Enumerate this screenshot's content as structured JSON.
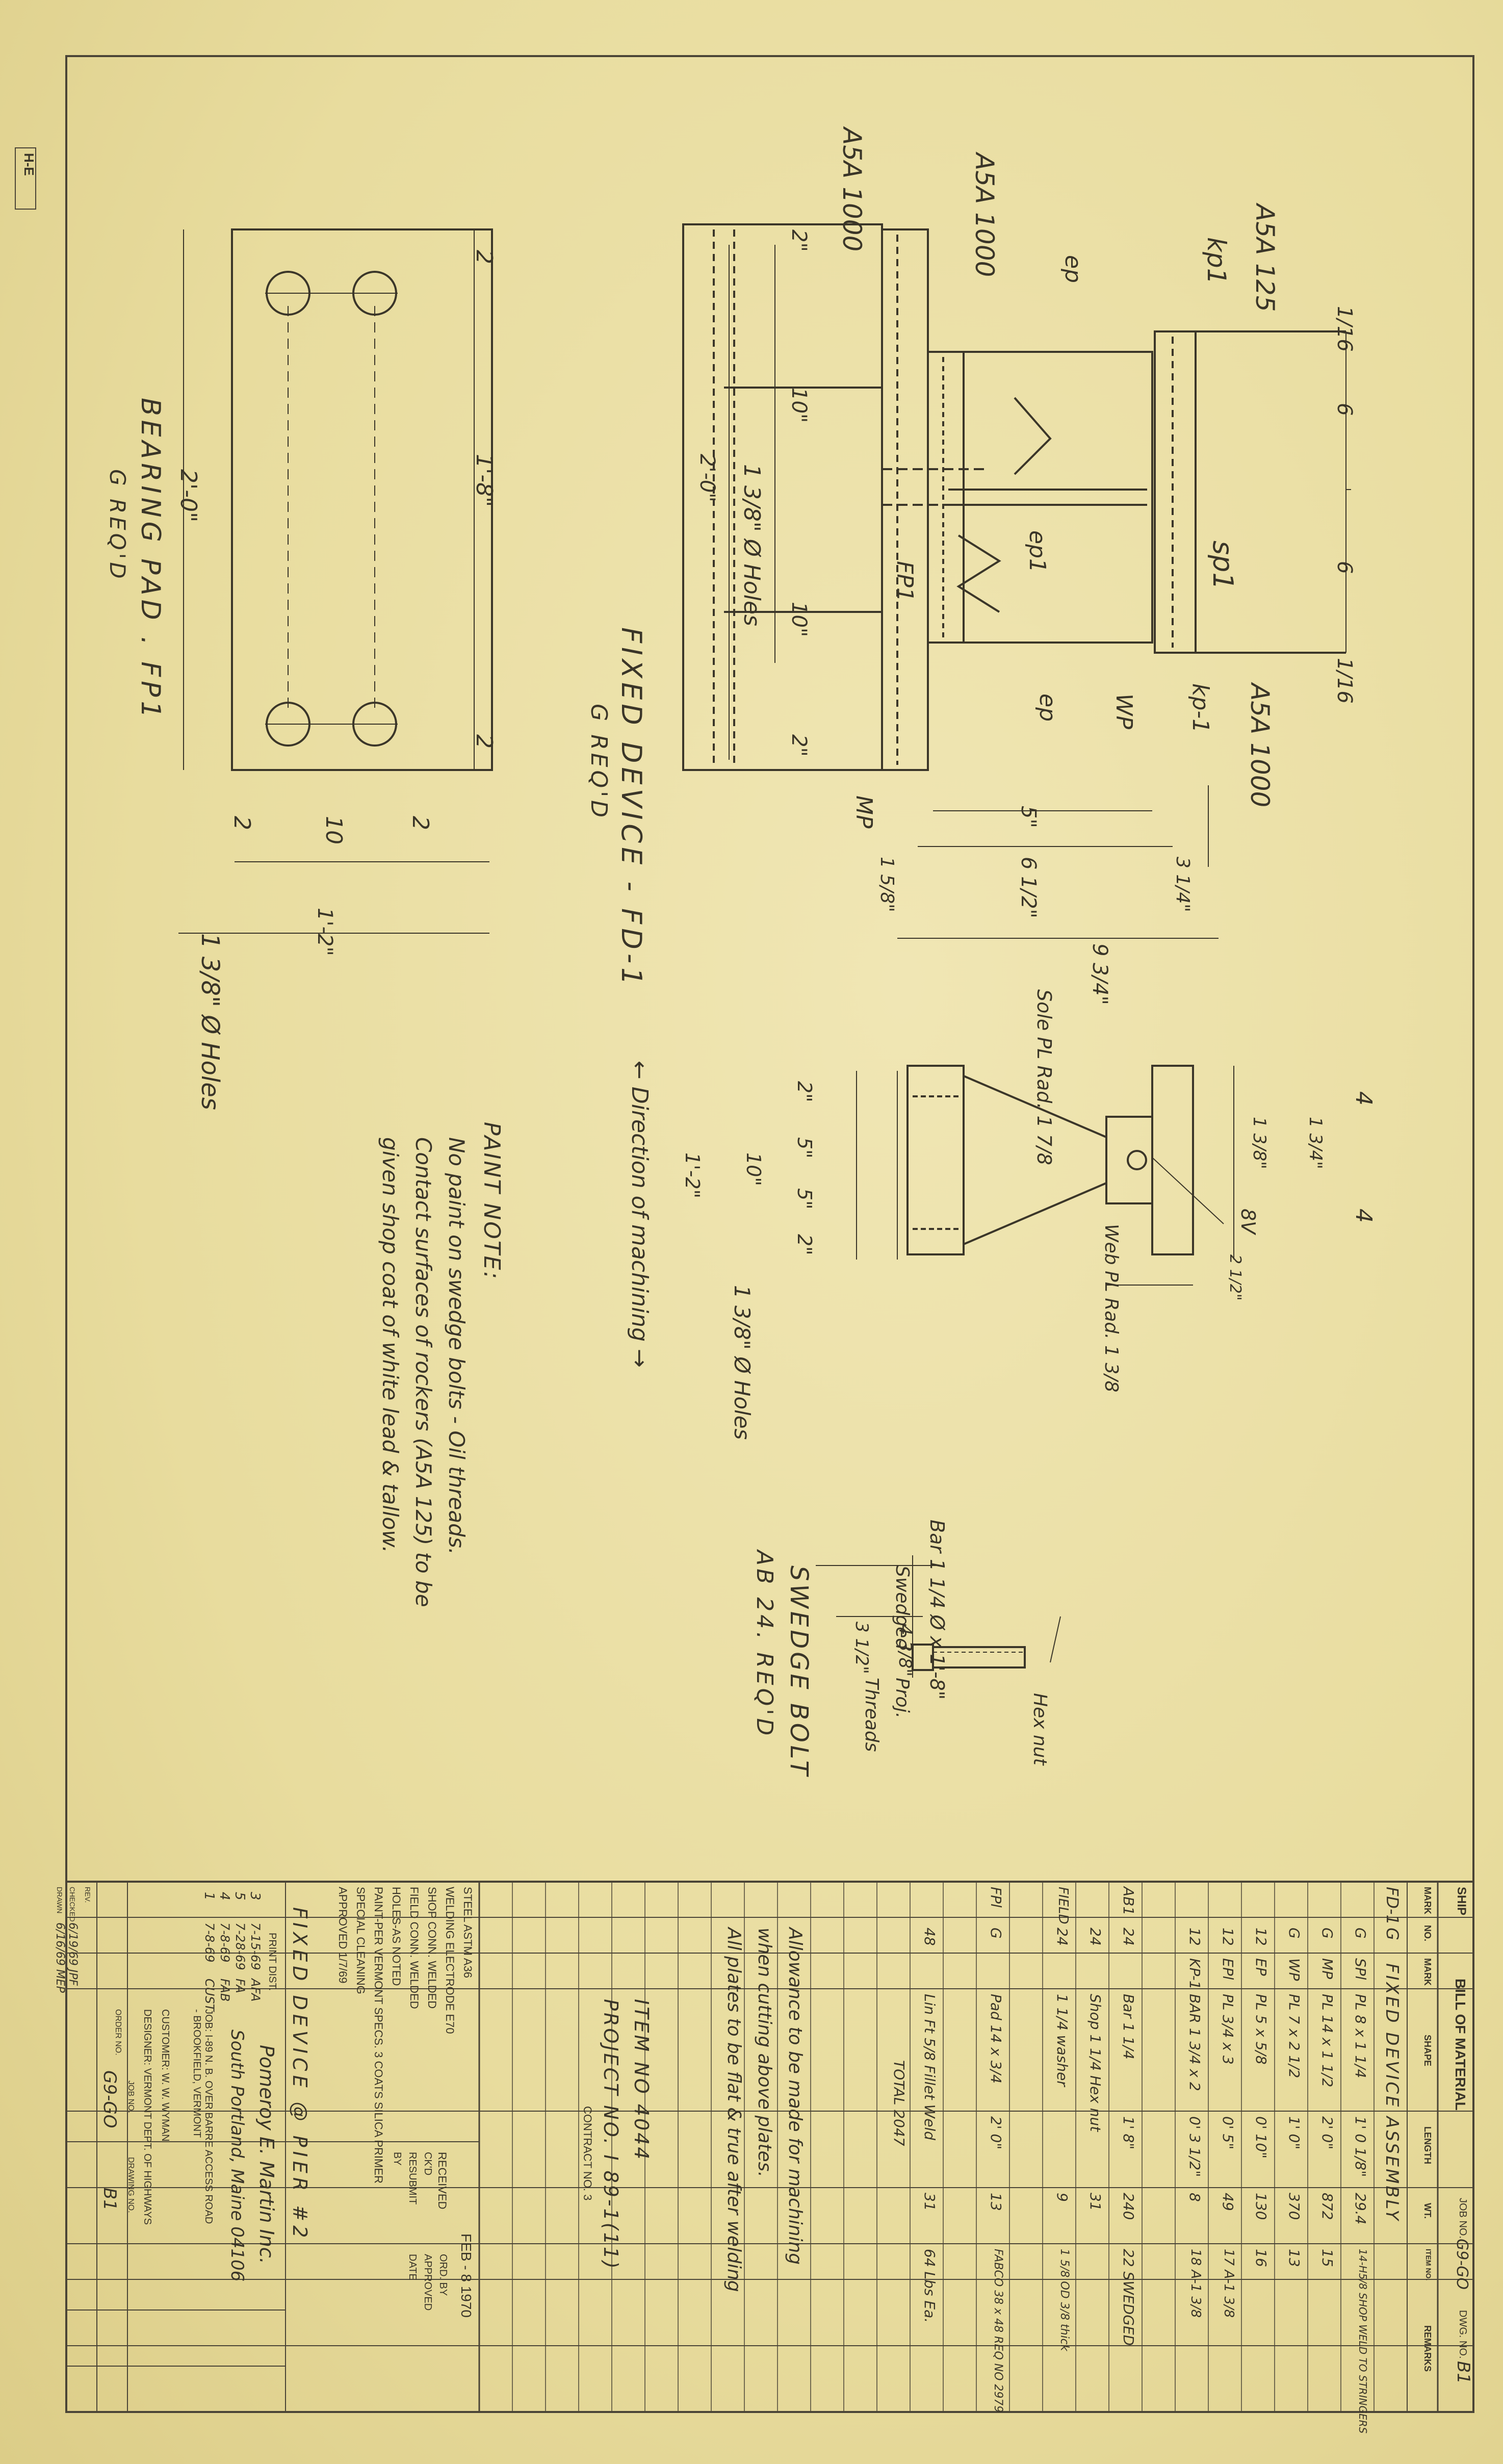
{
  "sheet": {
    "vendor_logo": "H-E",
    "drawing_title": "FIXED DEVICE @ PIER #2"
  },
  "bill_of_material": {
    "header": {
      "ship": "SHIP",
      "title": "BILL OF MATERIAL",
      "job_no_label": "JOB NO.",
      "job_no": "G9-GO",
      "dwg_no_label": "DWG. NO.",
      "dwg_no": "B1"
    },
    "columns": [
      "MARK",
      "NO.",
      "MARK",
      "SHAPE",
      "LENGTH",
      "WT.",
      "ITEM NO.",
      "REMARKS"
    ],
    "rows": [
      {
        "mark": "FD-1",
        "no": "G",
        "item": "FIXED DEVICE ASSEMBLY",
        "length": "",
        "wt": "",
        "remarks": ""
      },
      {
        "mark": "",
        "no": "G",
        "item": "SPl",
        "shape": "PL 8 x 1 1/4",
        "length": "1' 0 1/8\"",
        "wt": "29.4",
        "remarks": "14-H5/8 SHOP WELD TO STRINGERS"
      },
      {
        "mark": "",
        "no": "G",
        "item": "MP",
        "shape": "PL 14 x 1 1/2",
        "length": "2' 0\"",
        "wt": "872",
        "remarks": "15"
      },
      {
        "mark": "",
        "no": "G",
        "item": "WP",
        "shape": "PL 7 x 2 1/2",
        "length": "1' 0\"",
        "wt": "370",
        "remarks": "13"
      },
      {
        "mark": "",
        "no": "12",
        "item": "EP",
        "shape": "PL 5 x 5/8",
        "length": "0' 10\"",
        "wt": "130",
        "remarks": "16"
      },
      {
        "mark": "",
        "no": "12",
        "item": "EPl",
        "shape": "PL 3/4 x 3",
        "length": "0' 5\"",
        "wt": "49",
        "remarks": "17 A-1 3/8"
      },
      {
        "mark": "",
        "no": "12",
        "item": "KP-1",
        "shape": "BAR 1 3/4 x 2",
        "length": "0' 3 1/2\"",
        "wt": "8",
        "remarks": "18 A-1 3/8"
      },
      {
        "mark": "AB1",
        "no": "24",
        "item": "",
        "shape": "Bar 1 1/4",
        "length": "1' 8\"",
        "wt": "240",
        "remarks": "22 SWEDGED"
      },
      {
        "mark": "",
        "no": "24",
        "item": "",
        "shape": "Shop 1 1/4 Hex nut",
        "length": "",
        "wt": "31",
        "remarks": ""
      },
      {
        "mark": "FIELD",
        "no": "24",
        "item": "",
        "shape": "1 1/4 washer",
        "length": "",
        "wt": "9",
        "remarks": "1 5/8 OD 3/8 thick"
      },
      {
        "mark": "FPl",
        "no": "G",
        "item": "",
        "shape": "Pad 14 x 3/4",
        "length": "2' 0\"",
        "wt": "13",
        "remarks": "FABCO 38 x 48 REQ NO 2979"
      },
      {
        "mark": "",
        "no": "48",
        "item": "",
        "shape": "Lin Ft 5/8 Fillet Weld",
        "length": "",
        "wt": "31",
        "remarks": "64 Lbs Ea."
      },
      {
        "mark": "",
        "no": "",
        "item": "",
        "shape": "TOTAL 2047",
        "length": "",
        "wt": "",
        "remarks": ""
      }
    ],
    "notes": [
      "Allowance to be made for machining",
      "when cutting above plates.",
      "All plates to be flat & true after welding"
    ],
    "item_no": "ITEM NO 4044",
    "project_no": "PROJECT NO. I 89-1(11)",
    "contract": "CONTRACT NO. 3",
    "specs": [
      "STEEL ASTM A36",
      "WELDING ELECTRODE E70",
      "SHOP CONN. WELDED",
      "FIELD CONN. WELDED",
      "HOLES-AS NOTED",
      "PAINT-PER VERMONT SPECS. 3 COATS SILICA PRIMER",
      "SPECIAL CLEANING",
      "APPROVED 1/7/69"
    ],
    "received": "RECEIVED",
    "received_date": "FEB - 8 1970",
    "ckd": "CK'D",
    "ordered": "ORD. BY",
    "resubmit": "RESUBMIT",
    "approved": "APPROVED",
    "by": "BY",
    "date": "DATE",
    "print_dist_label": "PRINT DIST.",
    "print_dist": [
      {
        "no": "3",
        "date": "7-15-69",
        "to": "AFA"
      },
      {
        "no": "5",
        "date": "7-28-69",
        "to": "FA"
      },
      {
        "no": "4",
        "date": "7-8-69",
        "to": "FAB"
      },
      {
        "no": "1",
        "date": "7-8-69",
        "to": "CUST"
      }
    ],
    "firm_name": "Pomeroy E. Martin Inc.",
    "firm_city": "South Portland, Maine 04106",
    "job_desc": "JOB: I-89 N. B. OVER BARRE ACCESS ROAD - BROOKFIELD, VERMONT",
    "customer": "CUSTOMER: W. W. WYMAN",
    "designer": "DESIGNER: VERMONT DEPT. OF HIGHWAYS",
    "job_no2": "JOB NO.",
    "order_no": "ORDER NO.",
    "drawing_no_label": "DRAWING NO.",
    "drawing_no": "G9-GO",
    "sheet_no": "B1",
    "rev": "REV.",
    "checked": "CHECKED",
    "checked_val": "6/19/69  JPF",
    "drawn": "DRAWN",
    "drawn_val": "6/16/69  MEP"
  },
  "views": {
    "fixed_device_title": "FIXED DEVICE - FD-1",
    "fixed_device_req": "G REQ'D",
    "bearing_pad_title": "BEARING PAD . FP1",
    "bearing_pad_req": "G REQ'D",
    "swedge_bolt_title": "SWEDGE BOLT",
    "swedge_bolt_req": "AB 24. REQ'D",
    "labels": {
      "asa125": "A5A 125",
      "asa1000a": "A5A 1000",
      "asa1000b": "A5A 1000",
      "asa1000c": "A5A 1000",
      "kp1": "kp1",
      "kp1b": "kp-1",
      "ep": "ep",
      "ep1": "ep1",
      "ep2": "ep",
      "wp": "WP",
      "sp1": "sp1",
      "fp1": "FP1",
      "mp": "MP",
      "dim_1_16a": "1/16",
      "dim_1_16b": "1/16",
      "dim_6a": "6",
      "dim_6b": "6",
      "dim_2a": "2\"",
      "dim_10a": "10\"",
      "dim_10b": "10\"",
      "dim_2b": "2\"",
      "dim_2ft_a": "2'-0\"",
      "holes_a": "1 3/8\" Ø Holes",
      "dim_5": "5\"",
      "dim_1_5_8": "1 5/8\"",
      "dim_6_1_2": "6 1/2\"",
      "dim_3_1_4": "3 1/4\"",
      "dim_9_3_4": "9 3/4\"",
      "bp_2a": "2",
      "bp_1_8": "1'-8\"",
      "bp_2b": "2",
      "bp_2_0": "2'-0\"",
      "bp_2c": "2",
      "bp_10": "10",
      "bp_2d": "2",
      "bp_1_2": "1'-2\"",
      "bp_holes": "1 3/8\" Ø Holes",
      "sv_4a": "4",
      "sv_4b": "4",
      "sv_1_3_4": "1 3/4\"",
      "sv_1_3_8": "1 3/8\"",
      "sv_8v": "8V",
      "sv_sole": "Sole PL Rad. 1 7/8",
      "sv_web": "Web PL Rad. 1 3/8",
      "sv_2a": "2\"",
      "sv_5a": "5\"",
      "sv_5b": "5\"",
      "sv_2b": "2\"",
      "sv_10": "10\"",
      "sv_1_2": "1'-2\"",
      "sv_holes": "1 3/8\" Ø Holes",
      "sv_direction": "← Direction of machining →",
      "sv_2_1_2": "2 1/2\"",
      "sb_bar": "Bar 1 1/4 Ø x 1'-8\"",
      "sb_swedged": "Swedged",
      "sb_4_3_8": "4 3/8\"",
      "sb_proj": "Proj.",
      "sb_3_1_2": "3 1/2\"",
      "sb_threads": "Threads",
      "sb_hexnut": "Hex nut"
    },
    "paint_note": [
      "PAINT NOTE:",
      "No paint on swedge bolts - Oil threads.",
      "Contact surfaces of rockers (A5A 125) to be",
      "given shop coat of white lead & tallow."
    ]
  }
}
